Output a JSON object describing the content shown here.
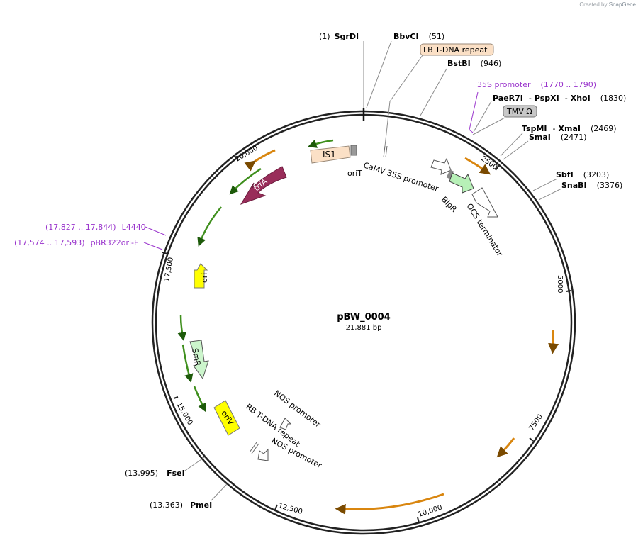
{
  "credit": {
    "prefix": "Created by",
    "brand": "SnapGene"
  },
  "plasmid": {
    "name": "pBW_0004",
    "length": "21,881 bp"
  },
  "ticks": [
    "2500",
    "5000",
    "7500",
    "10,000",
    "12,500",
    "15,000",
    "17,500",
    "20,000"
  ],
  "sites": [
    {
      "enzymes": [
        "SgrDI"
      ],
      "pos": "(1)"
    },
    {
      "enzymes": [
        "BbvCI"
      ],
      "pos": "(51)"
    },
    {
      "enzymes": [
        "BstBI"
      ],
      "pos": "(946)"
    },
    {
      "enzymes": [
        "PaeR7I",
        "PspXI",
        "XhoI"
      ],
      "pos": "(1830)"
    },
    {
      "enzymes": [
        "TspMI",
        "XmaI"
      ],
      "pos": "(2469)"
    },
    {
      "enzymes": [
        "SmaI"
      ],
      "pos": "(2471)"
    },
    {
      "enzymes": [
        "SbfI"
      ],
      "pos": "(3203)"
    },
    {
      "enzymes": [
        "SnaBI"
      ],
      "pos": "(3376)"
    },
    {
      "enzymes": [
        "PmeI"
      ],
      "pos": "(13,363)"
    },
    {
      "enzymes": [
        "FseI"
      ],
      "pos": "(13,995)"
    }
  ],
  "primers": [
    {
      "name": "35S promoter",
      "range": "(1770 .. 1790)"
    },
    {
      "name": "L4440",
      "range": "(17,827 .. 17,844)"
    },
    {
      "name": "pBR322ori-F",
      "range": "(17,574 .. 17,593)"
    }
  ],
  "feature_labels": {
    "lb": "LB T-DNA repeat",
    "tmv": "TMV Ω",
    "is1": "IS1",
    "orit": "oriT",
    "camv": "CaMV 35S promoter",
    "blpr": "BlpR",
    "ocs": "OCS terminator",
    "trfa": "trfA",
    "ori": "ori",
    "smr": "SmR",
    "oriv": "oriV",
    "nos1": "NOS promoter",
    "rb": "RB T-DNA repeat",
    "nos2": "NOS promoter"
  },
  "colors": {
    "backbone": "#222222",
    "enzyme_line": "#8a8a8a",
    "primer": "#9933cc",
    "orf_arrow": "#d9860f",
    "misc_arrow": "#3f8f1d",
    "trfA": "#992d5a",
    "ori": "#ffff00",
    "SmR": "#ccf5cc",
    "BlpR": "#b7f0b7",
    "LB": "#fbe0c6",
    "IS1": "#fbe0c6",
    "TMV": "#c8c8c8"
  }
}
